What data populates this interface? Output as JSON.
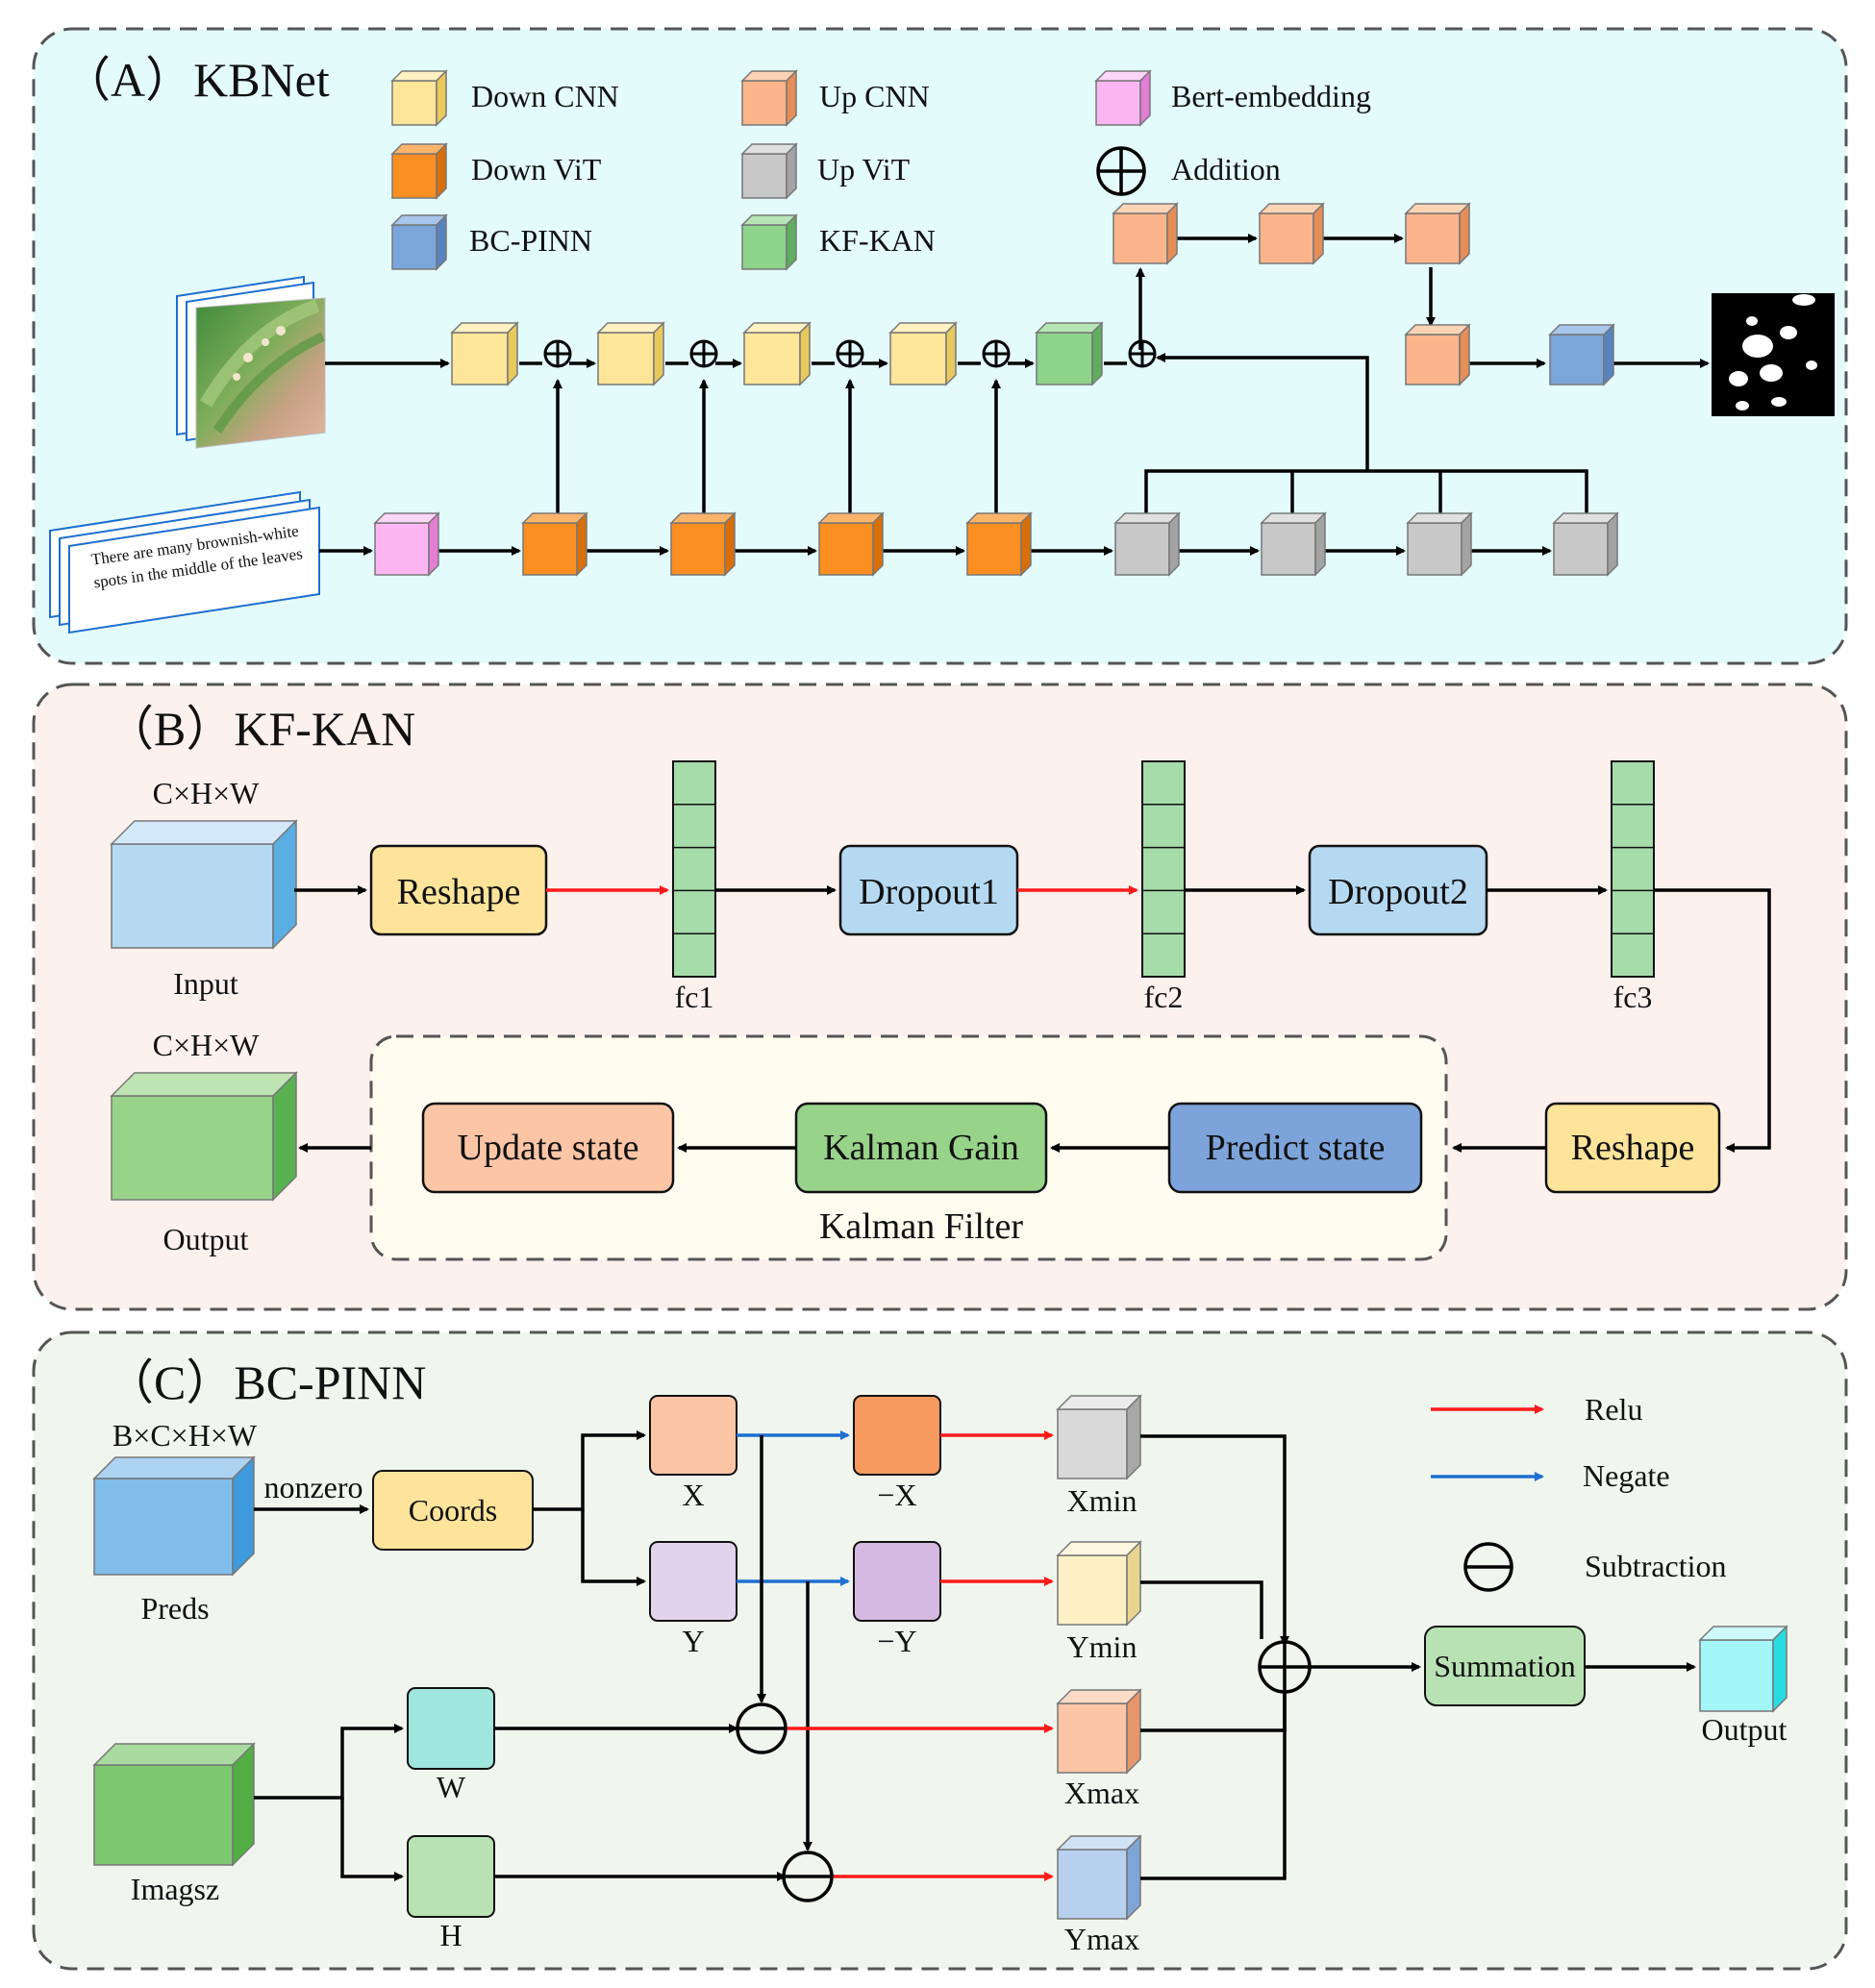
{
  "panel_a": {
    "title": "（A）KBNet",
    "legend": [
      {
        "label": "Down CNN",
        "color": "#fde59a"
      },
      {
        "label": "Up CNN",
        "color": "#fbb58a"
      },
      {
        "label": "Bert-embedding",
        "color": "#fbb6f2"
      },
      {
        "label": "Down ViT",
        "color": "#fb8f22"
      },
      {
        "label": "Up ViT",
        "color": "#c8c8c8"
      },
      {
        "label": "Addition",
        "color": "#000000"
      },
      {
        "label": "BC-PINN",
        "color": "#7aa6dc"
      },
      {
        "label": "KF-KAN",
        "color": "#8ed38c"
      }
    ],
    "text_card": "There are many brownish-white spots in the middle of the leaves",
    "colors": {
      "bg": "#e4fbfc"
    }
  },
  "panel_b": {
    "title": "（B）KF-KAN",
    "input_dim": "C×H×W",
    "input_label": "Input",
    "output_dim": "C×H×W",
    "output_label": "Output",
    "reshape1": "Reshape",
    "dropout1": "Dropout1",
    "dropout2": "Dropout2",
    "fc1": "fc1",
    "fc2": "fc2",
    "fc3": "fc3",
    "reshape2": "Reshape",
    "predict_state": "Predict state",
    "kalman_gain": "Kalman Gain",
    "update_state": "Update state",
    "kalman_filter": "Kalman Filter",
    "colors": {
      "bg": "#fdf1ee",
      "kalman_bg": "#fefcef"
    }
  },
  "panel_c": {
    "title": "（C）BC-PINN",
    "preds_dim": "B×C×H×W",
    "preds_label": "Preds",
    "nonzero": "nonzero",
    "coords": "Coords",
    "x": "X",
    "y": "Y",
    "neg_x": "−X",
    "neg_y": "−Y",
    "xmin": "Xmin",
    "ymin": "Ymin",
    "xmax": "Xmax",
    "ymax": "Ymax",
    "w": "W",
    "h": "H",
    "imagsz": "Imagsz",
    "summation": "Summation",
    "output_label": "Output",
    "legend": [
      {
        "label": "Relu",
        "color": "#ff1a1a"
      },
      {
        "label": "Negate",
        "color": "#1e6fd0"
      },
      {
        "label": "Subtraction",
        "color": "#000000"
      }
    ],
    "colors": {
      "bg": "#f0f6ee"
    }
  }
}
